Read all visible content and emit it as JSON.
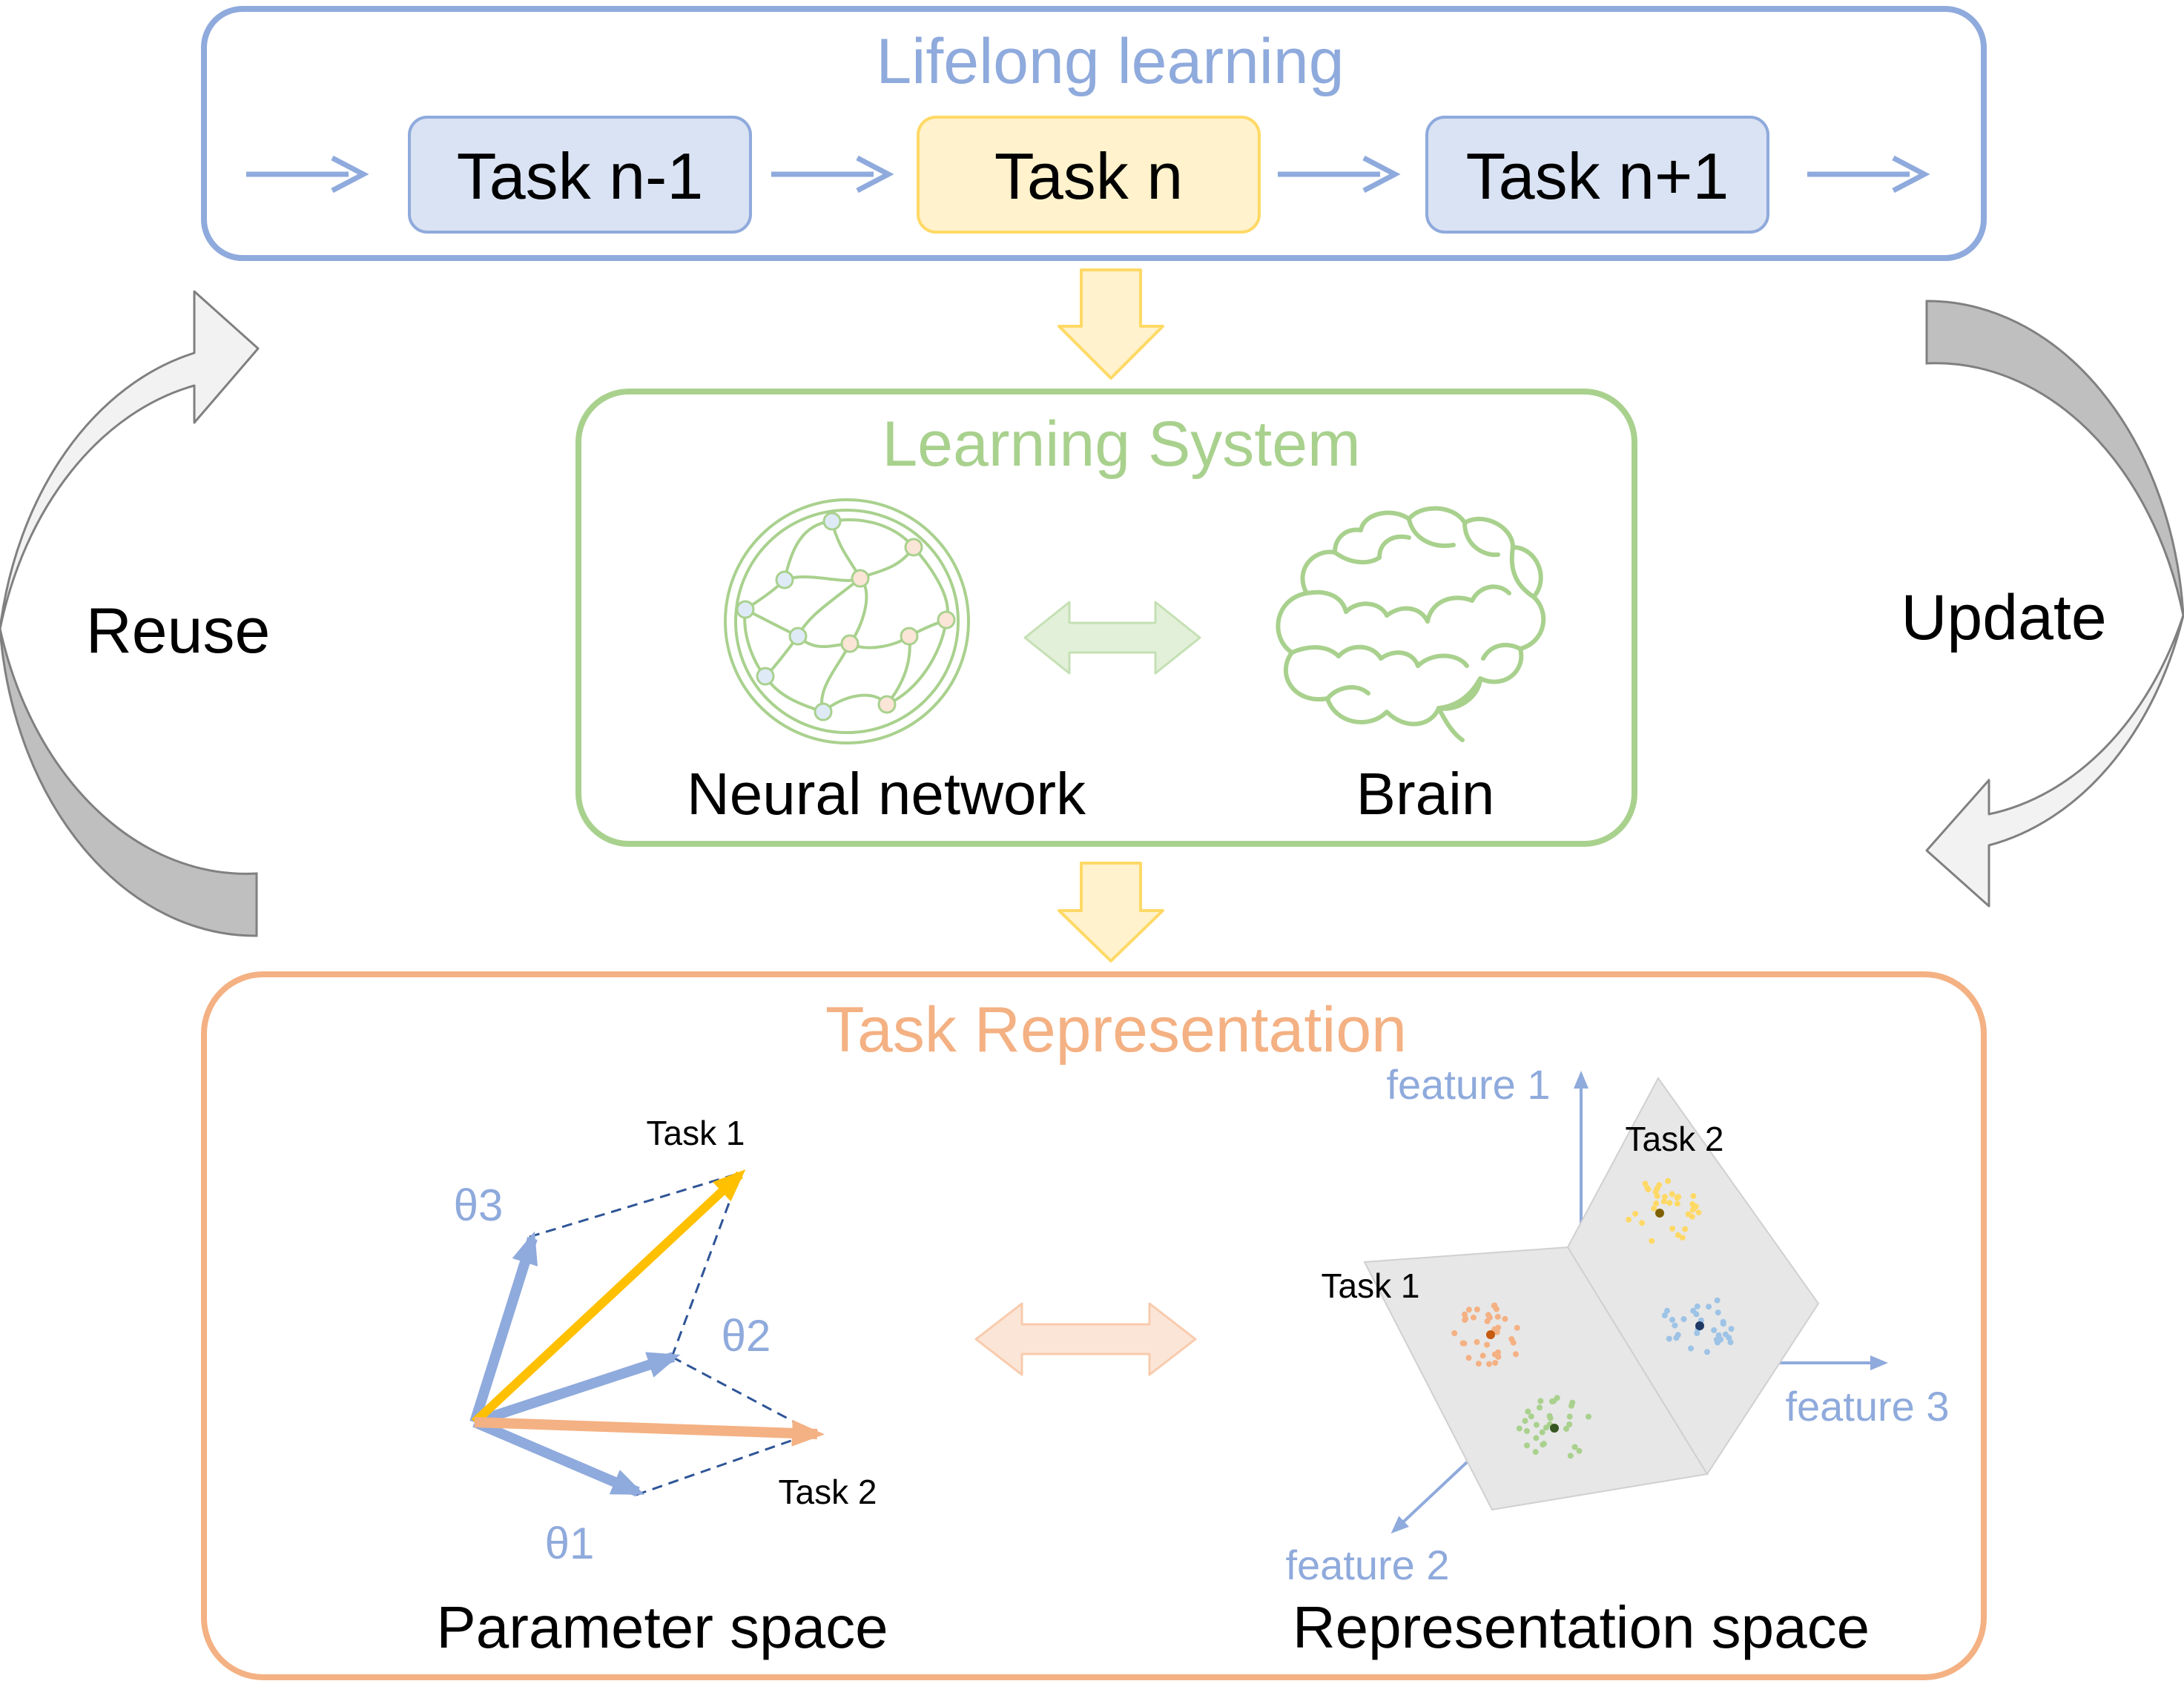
{
  "lifelong": {
    "title": "Lifelong learning",
    "tasks": [
      "Task n-1",
      "Task n",
      "Task n+1"
    ]
  },
  "side": {
    "reuse": "Reuse",
    "update": "Update"
  },
  "learning_system": {
    "title": "Learning System",
    "neural_label": "Neural network",
    "brain_label": "Brain"
  },
  "task_representation": {
    "title": "Task Representation",
    "parameter_space": {
      "caption": "Parameter space",
      "task1": "Task 1",
      "task2": "Task 2",
      "theta1": "θ1",
      "theta2": "θ2",
      "theta3": "θ3"
    },
    "representation_space": {
      "caption": "Representation space",
      "task1": "Task 1",
      "task2": "Task 2",
      "feature1": "feature 1",
      "feature2": "feature 2",
      "feature3": "feature 3"
    }
  },
  "colors": {
    "blue_stroke": "#8FAADC",
    "blue_fill": "#DAE3F3",
    "yellow_stroke": "#FFD966",
    "yellow_fill": "#FFF2CC",
    "green_stroke": "#A9D18E",
    "green_fill": "#E2F0D9",
    "orange_stroke": "#F4B183",
    "orange_fill": "#FBE5D6",
    "gold_arrow": "#FFC000",
    "gray_fill": "#F2F2F2",
    "gray_dark": "#BFBFBF",
    "plane_gray": "#E7E7E7"
  }
}
